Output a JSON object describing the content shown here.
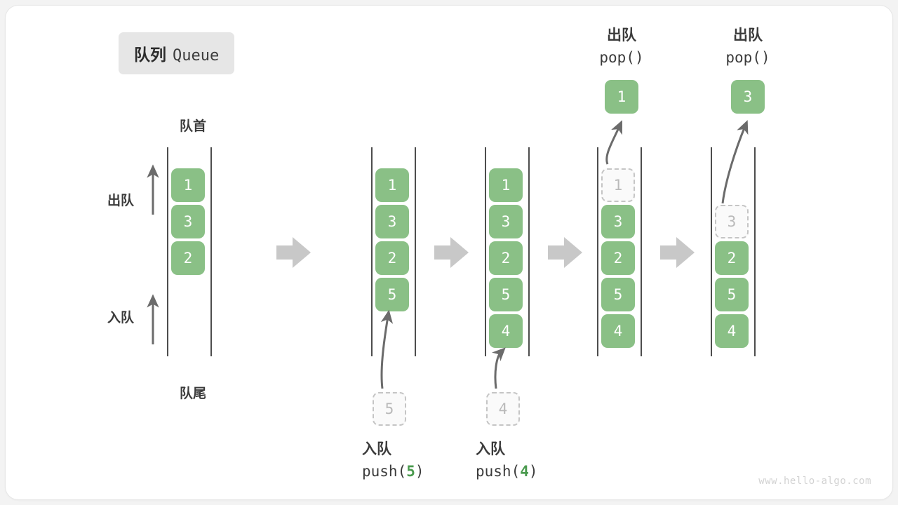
{
  "figure": {
    "title_cn": "队列",
    "title_en": "Queue",
    "watermark": "www.hello-algo.com",
    "colors": {
      "element": "#8ac086",
      "ghost_fill": "#fafafa",
      "ghost_border": "#c5c5c5",
      "rail": "#4d4d4d",
      "flow_arrow": "#c8c8c8",
      "text": "#3b3b3b",
      "chip_bg": "#e6e6e6",
      "accent_arg": "#4a9a4e"
    }
  },
  "annotations": {
    "front_label": "队首",
    "rear_label": "队尾",
    "dequeue_label": "出队",
    "enqueue_label": "入队"
  },
  "steps": [
    {
      "id": "initial",
      "cells": [
        "1",
        "3",
        "2"
      ],
      "ghost_index": -1,
      "caption_line1": "",
      "caption_line2": "",
      "caption_arg": ""
    },
    {
      "id": "push-5",
      "cells": [
        "1",
        "3",
        "2",
        "5"
      ],
      "ghost_index": -1,
      "caption_line1": "入队",
      "caption_prefix": "push(",
      "caption_arg": "5",
      "caption_suffix": ")",
      "incoming_value": "5"
    },
    {
      "id": "push-4",
      "cells": [
        "1",
        "3",
        "2",
        "5",
        "4"
      ],
      "ghost_index": -1,
      "caption_line1": "入队",
      "caption_prefix": "push(",
      "caption_arg": "4",
      "caption_suffix": ")",
      "incoming_value": "4"
    },
    {
      "id": "pop-1",
      "cells": [
        "1",
        "3",
        "2",
        "5",
        "4"
      ],
      "ghost_index": 0,
      "caption_line1": "出队",
      "caption_prefix": "pop(",
      "caption_arg": "",
      "caption_suffix": ")",
      "popped_value": "1"
    },
    {
      "id": "pop-3",
      "cells": [
        "3",
        "2",
        "5",
        "4"
      ],
      "ghost_index": 0,
      "caption_line1": "出队",
      "caption_prefix": "pop(",
      "caption_arg": "",
      "caption_suffix": ")",
      "popped_value": "3"
    }
  ],
  "flow_arrows": 4
}
